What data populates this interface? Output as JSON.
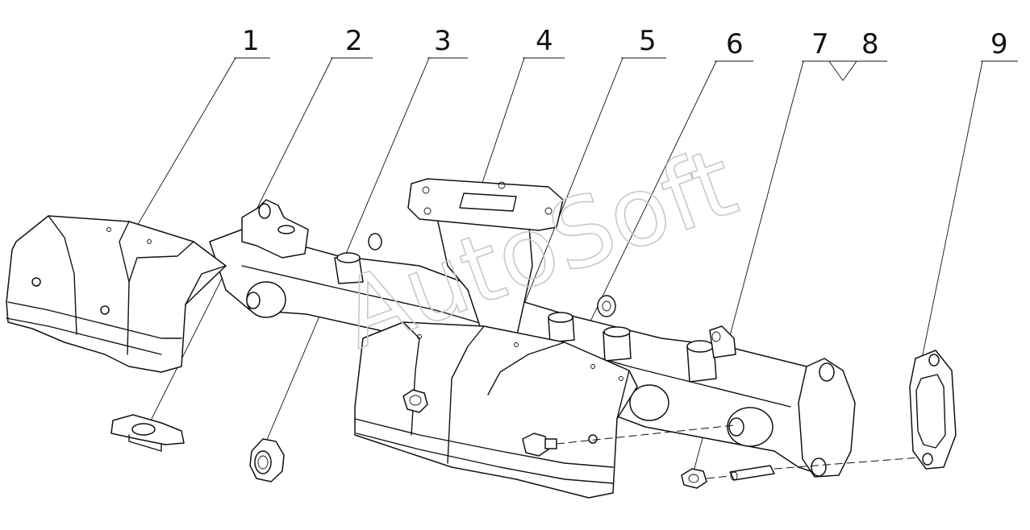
{
  "watermark": "AutoSoft",
  "callouts": [
    {
      "id": "1",
      "label": "1"
    },
    {
      "id": "2",
      "label": "2"
    },
    {
      "id": "3",
      "label": "3"
    },
    {
      "id": "4",
      "label": "4"
    },
    {
      "id": "5",
      "label": "5"
    },
    {
      "id": "6",
      "label": "6"
    },
    {
      "id": "7",
      "label": "7"
    },
    {
      "id": "8",
      "label": "8"
    },
    {
      "id": "9",
      "label": "9"
    }
  ],
  "colors": {
    "line": "#111111",
    "watermark": "#c8c8c8",
    "background": "#ffffff"
  }
}
